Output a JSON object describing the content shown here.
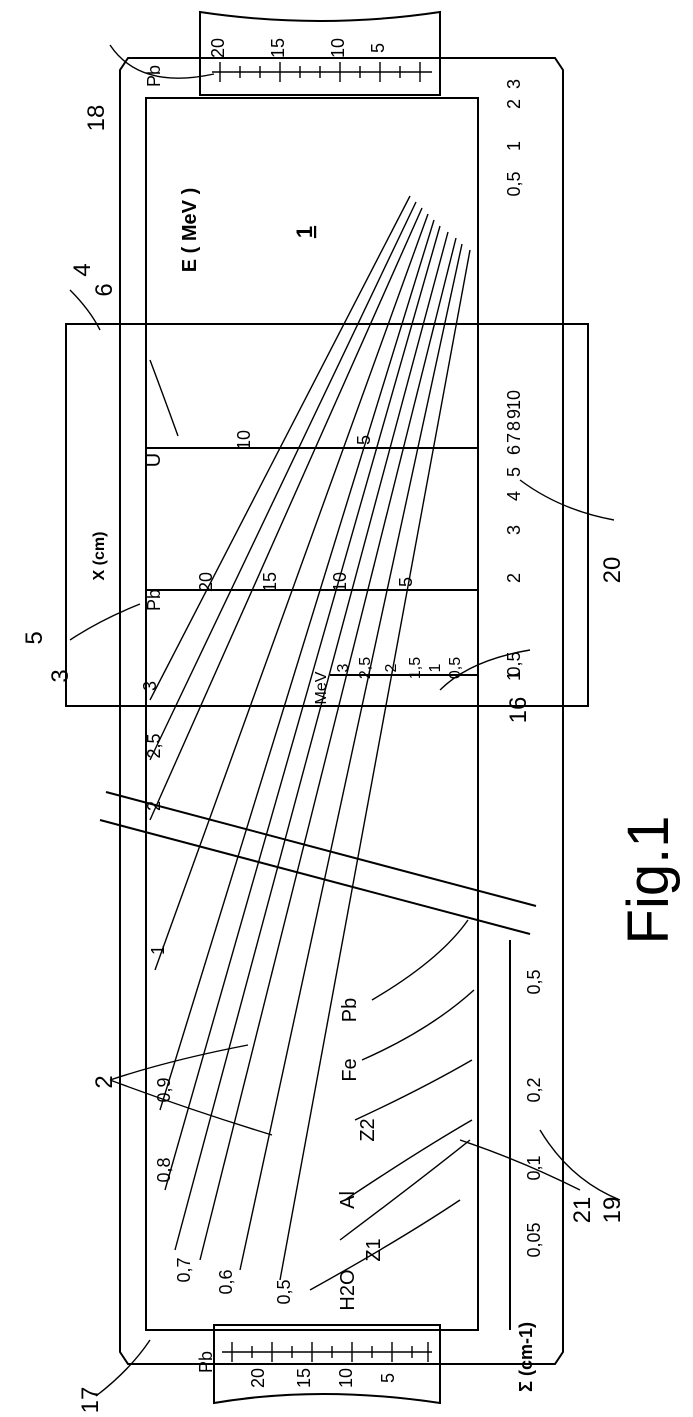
{
  "figure_label": "Fig.1",
  "panel_labels": {
    "energy_axis": "E ( MeV )",
    "thickness_axis": "X (cm)",
    "attenuation_axis": "Σ (cm-1)",
    "underlined_numeral": "1"
  },
  "reference_numerals": [
    "1",
    "2",
    "3",
    "4",
    "5",
    "6",
    "16",
    "17",
    "18",
    "19",
    "20",
    "21"
  ],
  "material_labels": [
    "H2O",
    "Z1",
    "Al",
    "Z2",
    "Fe",
    "Pb"
  ],
  "slider_scales": {
    "U": [
      "10",
      "5"
    ],
    "Pb": [
      "20",
      "15",
      "10",
      "5"
    ],
    "MeV": [
      "3",
      "2,5",
      "2",
      "1,5",
      "1",
      "0,5"
    ]
  },
  "end_scales": {
    "top": {
      "label": "Pb",
      "ticks": [
        "20",
        "15",
        "10",
        "5"
      ]
    },
    "bottom": {
      "label": "Pb",
      "ticks": [
        "20",
        "15",
        "10",
        "5"
      ]
    }
  },
  "energy_line_labels": [
    "3",
    "2,5",
    "2",
    "1",
    "0,9",
    "0,8",
    "0,7",
    "0,6",
    "0,5"
  ],
  "right_scale_ticks": [
    "0,5",
    "1",
    "2",
    "3",
    "4",
    "5",
    "6",
    "7",
    "8",
    "9",
    "10",
    "2",
    "3",
    "1",
    "0,5"
  ],
  "sigma_scale_ticks": [
    "0,05",
    "0,1",
    "0,2",
    "0,5"
  ]
}
